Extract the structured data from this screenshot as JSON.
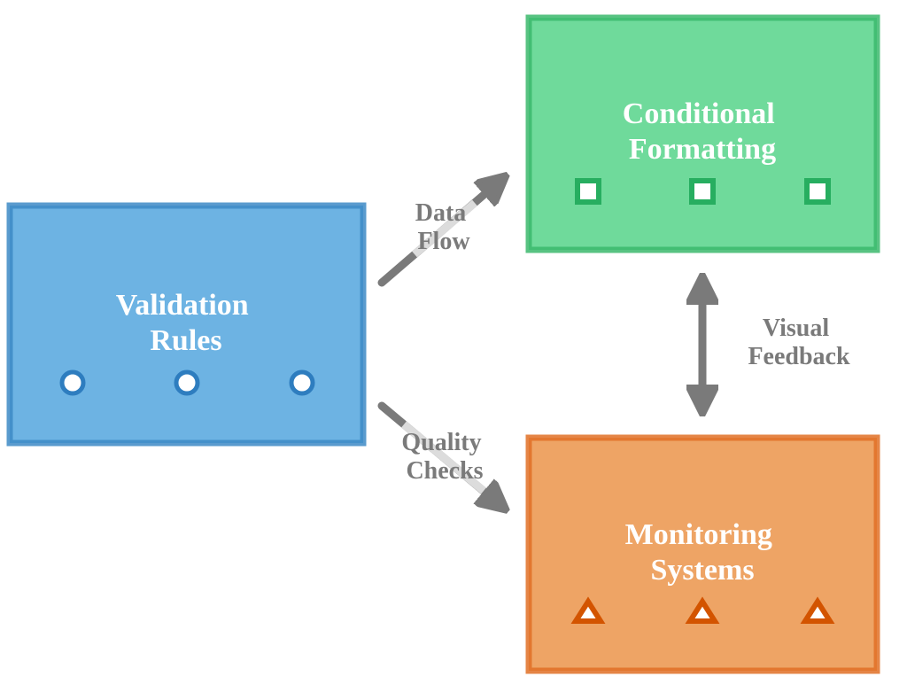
{
  "diagram": {
    "nodes": [
      {
        "id": "validation",
        "title_lines": [
          "Validation",
          "Rules"
        ],
        "fill": "#6db3e3",
        "border": "#3d8ac6",
        "marker_shape": "circle",
        "marker_count": 3,
        "marker_color": "#2e7dbf"
      },
      {
        "id": "formatting",
        "title_lines": [
          "Conditional",
          "Formatting"
        ],
        "fill": "#6fda9b",
        "border": "#3bb86c",
        "marker_shape": "square",
        "marker_count": 3,
        "marker_color": "#27ae60"
      },
      {
        "id": "monitoring",
        "title_lines": [
          "Monitoring",
          "Systems"
        ],
        "fill": "#eea465",
        "border": "#e07026",
        "marker_shape": "triangle",
        "marker_count": 3,
        "marker_color": "#d35400"
      }
    ],
    "edges": [
      {
        "from": "validation",
        "to": "formatting",
        "label_lines": [
          "Data",
          "Flow"
        ],
        "direction": "one-way"
      },
      {
        "from": "validation",
        "to": "monitoring",
        "label_lines": [
          "Quality",
          "Checks"
        ],
        "direction": "one-way"
      },
      {
        "from": "formatting",
        "to": "monitoring",
        "label_lines": [
          "Visual",
          "Feedback"
        ],
        "direction": "two-way"
      }
    ],
    "edge_color": "#7a7a7a"
  }
}
